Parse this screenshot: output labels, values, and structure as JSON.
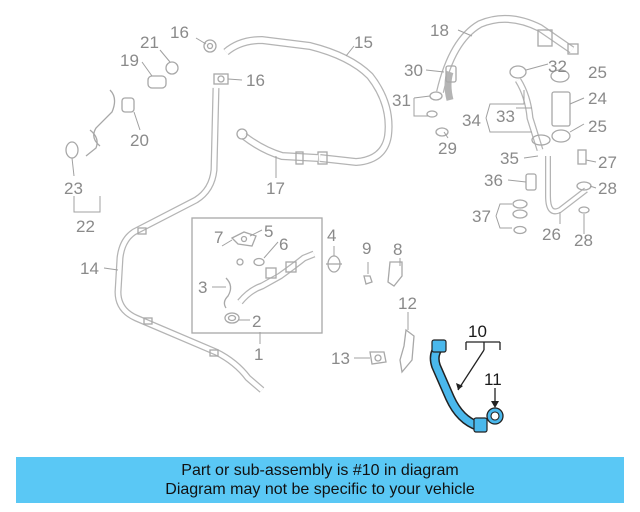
{
  "diagram": {
    "highlight_color": "#4ab8ec",
    "callouts": [
      {
        "id": "c1",
        "label": "1",
        "highlighted": false
      },
      {
        "id": "c2",
        "label": "2",
        "highlighted": false
      },
      {
        "id": "c3",
        "label": "3",
        "highlighted": false
      },
      {
        "id": "c4",
        "label": "4",
        "highlighted": false
      },
      {
        "id": "c5",
        "label": "5",
        "highlighted": false
      },
      {
        "id": "c6",
        "label": "6",
        "highlighted": false
      },
      {
        "id": "c7",
        "label": "7",
        "highlighted": false
      },
      {
        "id": "c8",
        "label": "8",
        "highlighted": false
      },
      {
        "id": "c9",
        "label": "9",
        "highlighted": false
      },
      {
        "id": "c10",
        "label": "10",
        "highlighted": true
      },
      {
        "id": "c11",
        "label": "11",
        "highlighted": true
      },
      {
        "id": "c12",
        "label": "12",
        "highlighted": false
      },
      {
        "id": "c13",
        "label": "13",
        "highlighted": false
      },
      {
        "id": "c14",
        "label": "14",
        "highlighted": false
      },
      {
        "id": "c15",
        "label": "15",
        "highlighted": false
      },
      {
        "id": "c16a",
        "label": "16",
        "highlighted": false
      },
      {
        "id": "c16b",
        "label": "16",
        "highlighted": false
      },
      {
        "id": "c17",
        "label": "17",
        "highlighted": false
      },
      {
        "id": "c18",
        "label": "18",
        "highlighted": false
      },
      {
        "id": "c19",
        "label": "19",
        "highlighted": false
      },
      {
        "id": "c20",
        "label": "20",
        "highlighted": false
      },
      {
        "id": "c21",
        "label": "21",
        "highlighted": false
      },
      {
        "id": "c22",
        "label": "22",
        "highlighted": false
      },
      {
        "id": "c23",
        "label": "23",
        "highlighted": false
      },
      {
        "id": "c24",
        "label": "24",
        "highlighted": false
      },
      {
        "id": "c25a",
        "label": "25",
        "highlighted": false
      },
      {
        "id": "c25b",
        "label": "25",
        "highlighted": false
      },
      {
        "id": "c26",
        "label": "26",
        "highlighted": false
      },
      {
        "id": "c27",
        "label": "27",
        "highlighted": false
      },
      {
        "id": "c28a",
        "label": "28",
        "highlighted": false
      },
      {
        "id": "c28b",
        "label": "28",
        "highlighted": false
      },
      {
        "id": "c29",
        "label": "29",
        "highlighted": false
      },
      {
        "id": "c30",
        "label": "30",
        "highlighted": false
      },
      {
        "id": "c31",
        "label": "31",
        "highlighted": false
      },
      {
        "id": "c32",
        "label": "32",
        "highlighted": false
      },
      {
        "id": "c33",
        "label": "33",
        "highlighted": false
      },
      {
        "id": "c34",
        "label": "34",
        "highlighted": false
      },
      {
        "id": "c35",
        "label": "35",
        "highlighted": false
      },
      {
        "id": "c36",
        "label": "36",
        "highlighted": false
      },
      {
        "id": "c37",
        "label": "37",
        "highlighted": false
      }
    ]
  },
  "banner": {
    "line1": "Part or sub-assembly is #10 in diagram",
    "line2": "Diagram may not be specific to your vehicle",
    "background": "#5ac8f5"
  }
}
